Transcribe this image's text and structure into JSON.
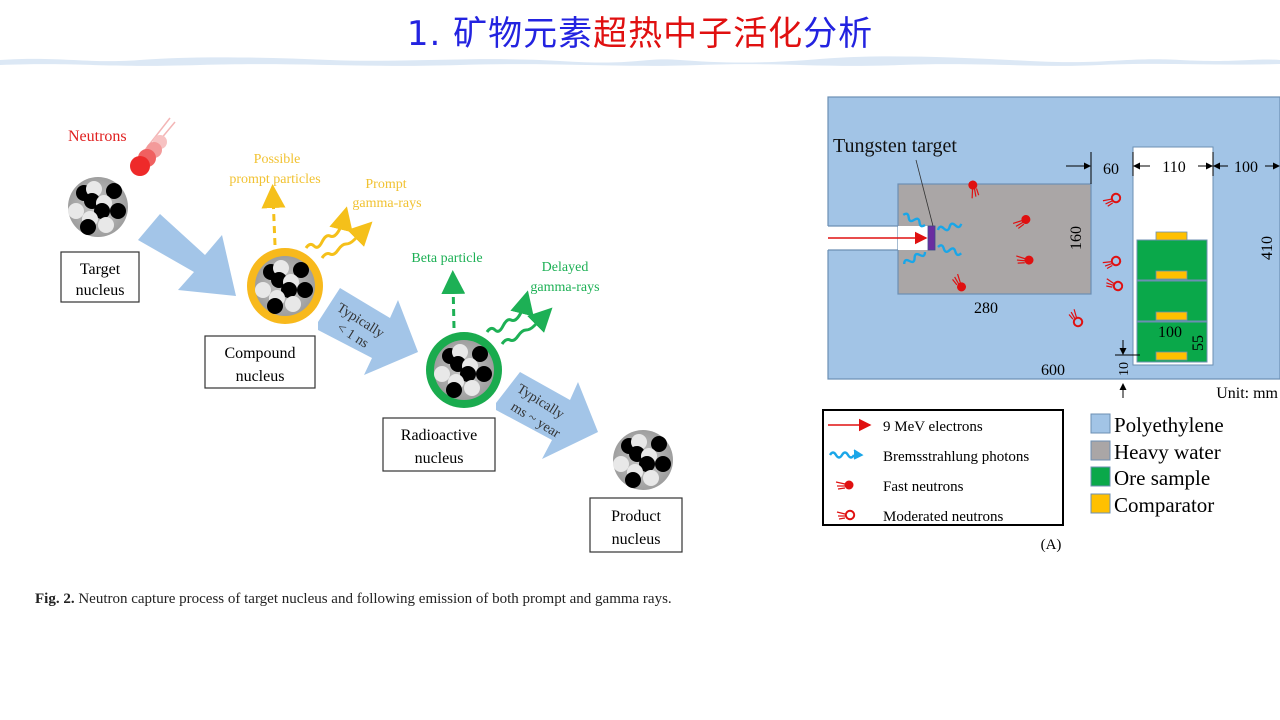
{
  "header": {
    "title_part1": "1. 矿物元素",
    "title_part2": "超热中子活化",
    "title_part3": "分析",
    "colors": {
      "blue": "#2323e0",
      "red": "#e01010"
    }
  },
  "left_figure": {
    "neutrons_label": "Neutrons",
    "possible_prompt_particles": [
      "Possible",
      "prompt particles"
    ],
    "prompt_gamma": [
      "Prompt",
      "gamma-rays"
    ],
    "beta_particle": "Beta particle",
    "delayed_gamma": [
      "Delayed",
      "gamma-rays"
    ],
    "target_nucleus": [
      "Target",
      "nucleus"
    ],
    "compound_nucleus": [
      "Compound",
      "nucleus"
    ],
    "radioactive_nucleus": [
      "Radioactive",
      "nucleus"
    ],
    "product_nucleus": [
      "Product",
      "nucleus"
    ],
    "arrow1_label": [
      "Typically",
      "< 1 ns"
    ],
    "arrow2_label": [
      "Typically",
      "ms ~ year"
    ],
    "caption_bold": "Fig. 2.",
    "caption_text": " Neutron capture process of target nucleus and following emission of both prompt and gamma rays."
  },
  "right_figure": {
    "tungsten_label": "Tungsten target",
    "dims": {
      "d60": "60",
      "d110": "110",
      "d100top": "100",
      "d410": "410",
      "d160": "160",
      "d280": "280",
      "d600": "600",
      "d100": "100",
      "d55": "55",
      "d10": "10"
    },
    "unit": "Unit: mm",
    "panel_label": "(A)",
    "legend_lines": [
      {
        "icon": "red-arrow-icon",
        "label": "9 MeV electrons"
      },
      {
        "icon": "wavy-arrow-icon",
        "label": "Bremsstrahlung photons"
      },
      {
        "icon": "fast-neutron-icon",
        "label": "Fast neutrons"
      },
      {
        "icon": "moderated-neutron-icon",
        "label": "Moderated neutrons"
      }
    ],
    "legend_materials": [
      {
        "label": "Polyethylene",
        "color": "#a2c4e6"
      },
      {
        "label": "Heavy water",
        "color": "#aaa6a6"
      },
      {
        "label": "Ore sample",
        "color": "#0aa84a"
      },
      {
        "label": "Comparator",
        "color": "#ffc000"
      }
    ]
  }
}
